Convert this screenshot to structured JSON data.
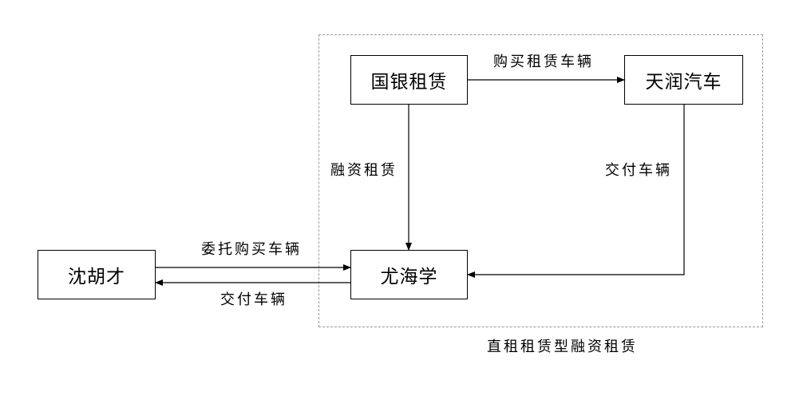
{
  "diagram": {
    "nodes": {
      "guoyin": "国银租赁",
      "tianrun": "天润汽车",
      "youhaixue": "尤海学",
      "shenhucai": "沈胡才"
    },
    "edges": {
      "purchase_lease_vehicle": "购买租赁车辆",
      "finance_lease": "融资租赁",
      "deliver_vehicle_right": "交付车辆",
      "entrust_purchase": "委托购买车辆",
      "deliver_vehicle_bottom": "交付车辆"
    },
    "group_caption": "直租租赁型融资租赁"
  }
}
